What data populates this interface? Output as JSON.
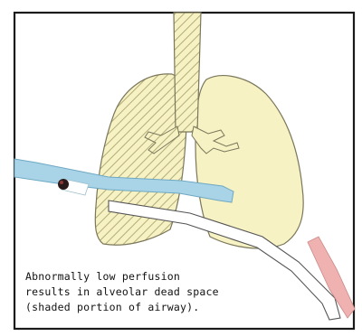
{
  "caption": {
    "line1": "Abnormally low perfusion",
    "line2": "results in alveolar dead space",
    "line3": "(shaded portion of airway)."
  },
  "colors": {
    "lung_fill": "#f7f2c4",
    "lung_outline": "#7a775a",
    "hatch_stroke": "#b4ad78",
    "artery_blue": "#a9d4e8",
    "artery_outline": "#6ea8c2",
    "vessel_pink": "#f0b2b0",
    "clot": "#2a1a1a",
    "frame": "#1a1a1a"
  },
  "icons": {
    "blood_clot": "clot-icon"
  }
}
